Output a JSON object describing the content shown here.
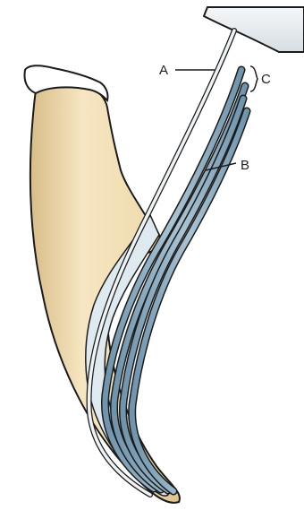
{
  "labels": {
    "a": "A",
    "b": "B",
    "c": "C"
  },
  "colors": {
    "dentin": "#f1ddb2",
    "dentin_shadow": "#d9bf8c",
    "enamel": "#ffffff",
    "outline": "#1b1b1b",
    "gutta_percha": "#8fb1c6",
    "gutta_percha_dark": "#5f86a0",
    "canal_liner": "#dfe9f0",
    "instrument_handle": "#e9eef2"
  }
}
